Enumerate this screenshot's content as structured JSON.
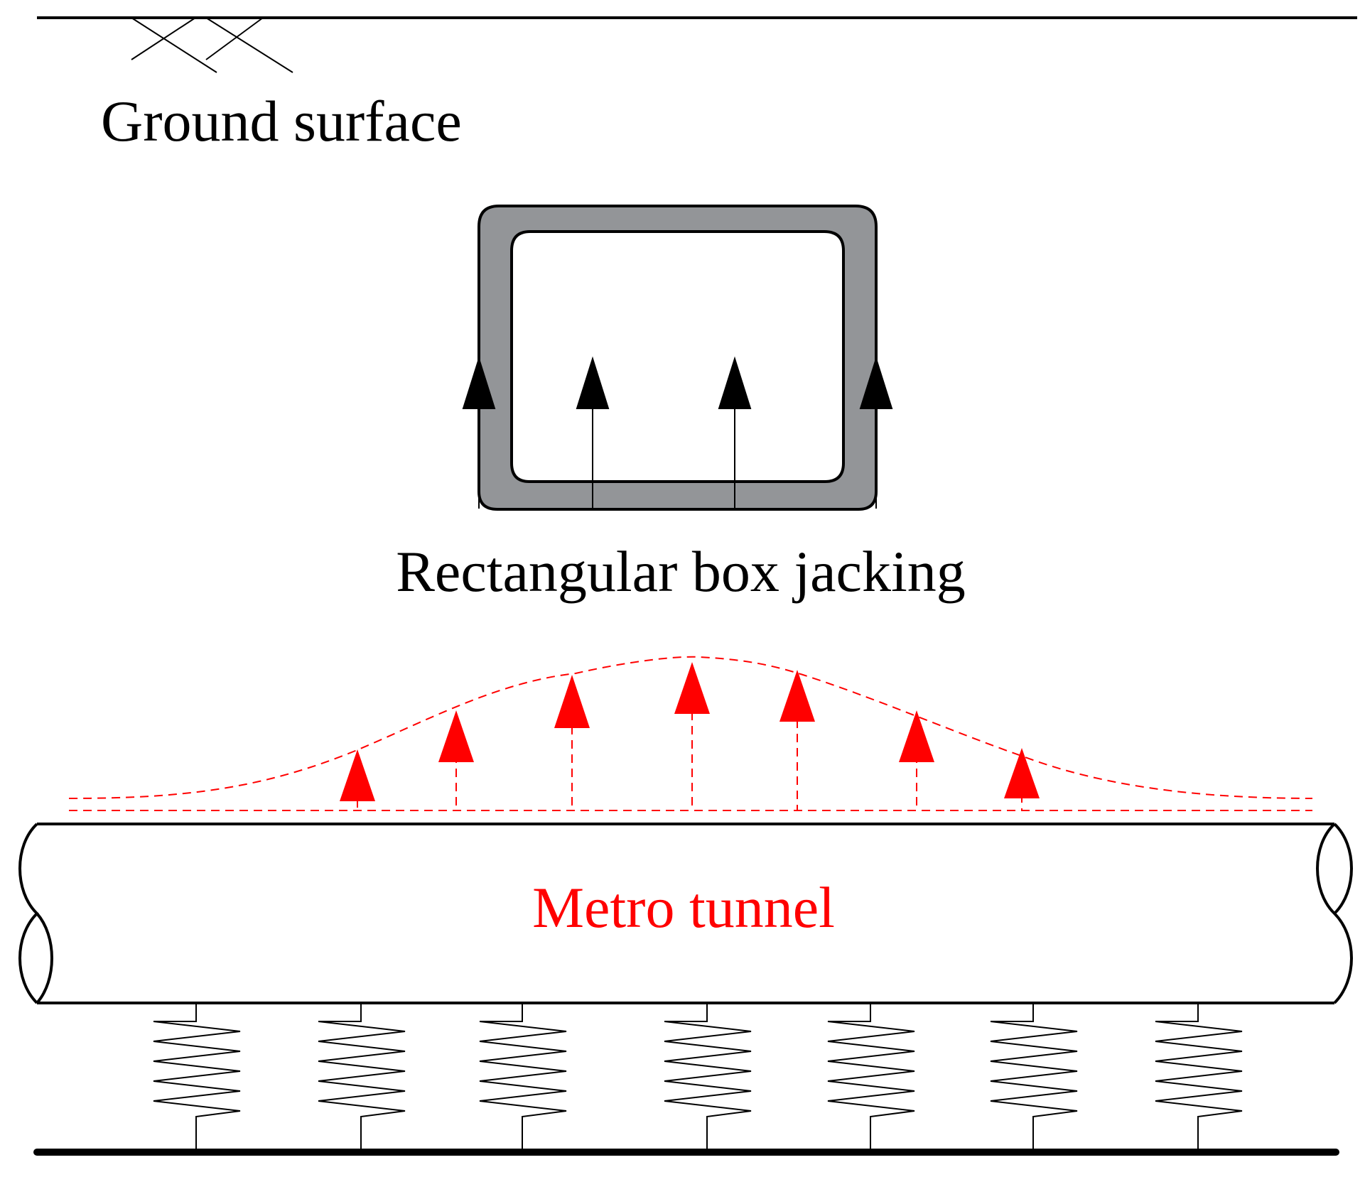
{
  "labels": {
    "ground_surface": "Ground surface",
    "box_jacking": "Rectangular box jacking",
    "metro_tunnel": "Metro tunnel"
  },
  "colors": {
    "line": "#000000",
    "box_wall": "#939598",
    "uplift": "#ff0000",
    "background": "#ffffff"
  },
  "diagram": {
    "box_uplift_arrow_count": 4,
    "tunnel_uplift_arrow_count": 7,
    "spring_count": 7,
    "uplift_profile": "bell-shaped (dashed)"
  }
}
